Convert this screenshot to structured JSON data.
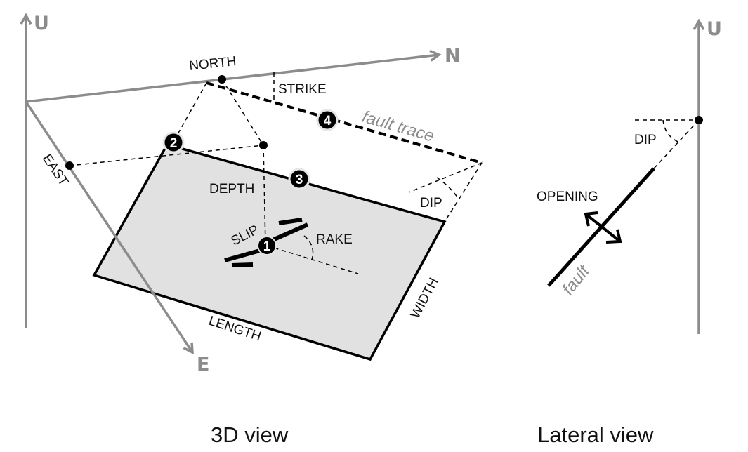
{
  "colors": {
    "axis": "#8c8c8c",
    "plane_fill": "#e1e1e1",
    "ink": "#000000",
    "badge_ring": "#e6e6e6"
  },
  "view3d": {
    "caption": "3D view",
    "axes": {
      "up": "U",
      "north": "N",
      "east": "E"
    },
    "labels": {
      "north": "NORTH",
      "east": "EAST",
      "strike": "STRIKE",
      "fault_trace": "fault trace",
      "depth": "DEPTH",
      "dip": "DIP",
      "slip": "SLIP",
      "rake": "RAKE",
      "length": "LENGTH",
      "width": "WIDTH"
    },
    "badges": [
      "1",
      "2",
      "3",
      "4"
    ]
  },
  "lateral": {
    "caption": "Lateral view",
    "axes": {
      "up": "U"
    },
    "labels": {
      "dip": "DIP",
      "opening": "OPENING",
      "fault": "fault"
    }
  }
}
